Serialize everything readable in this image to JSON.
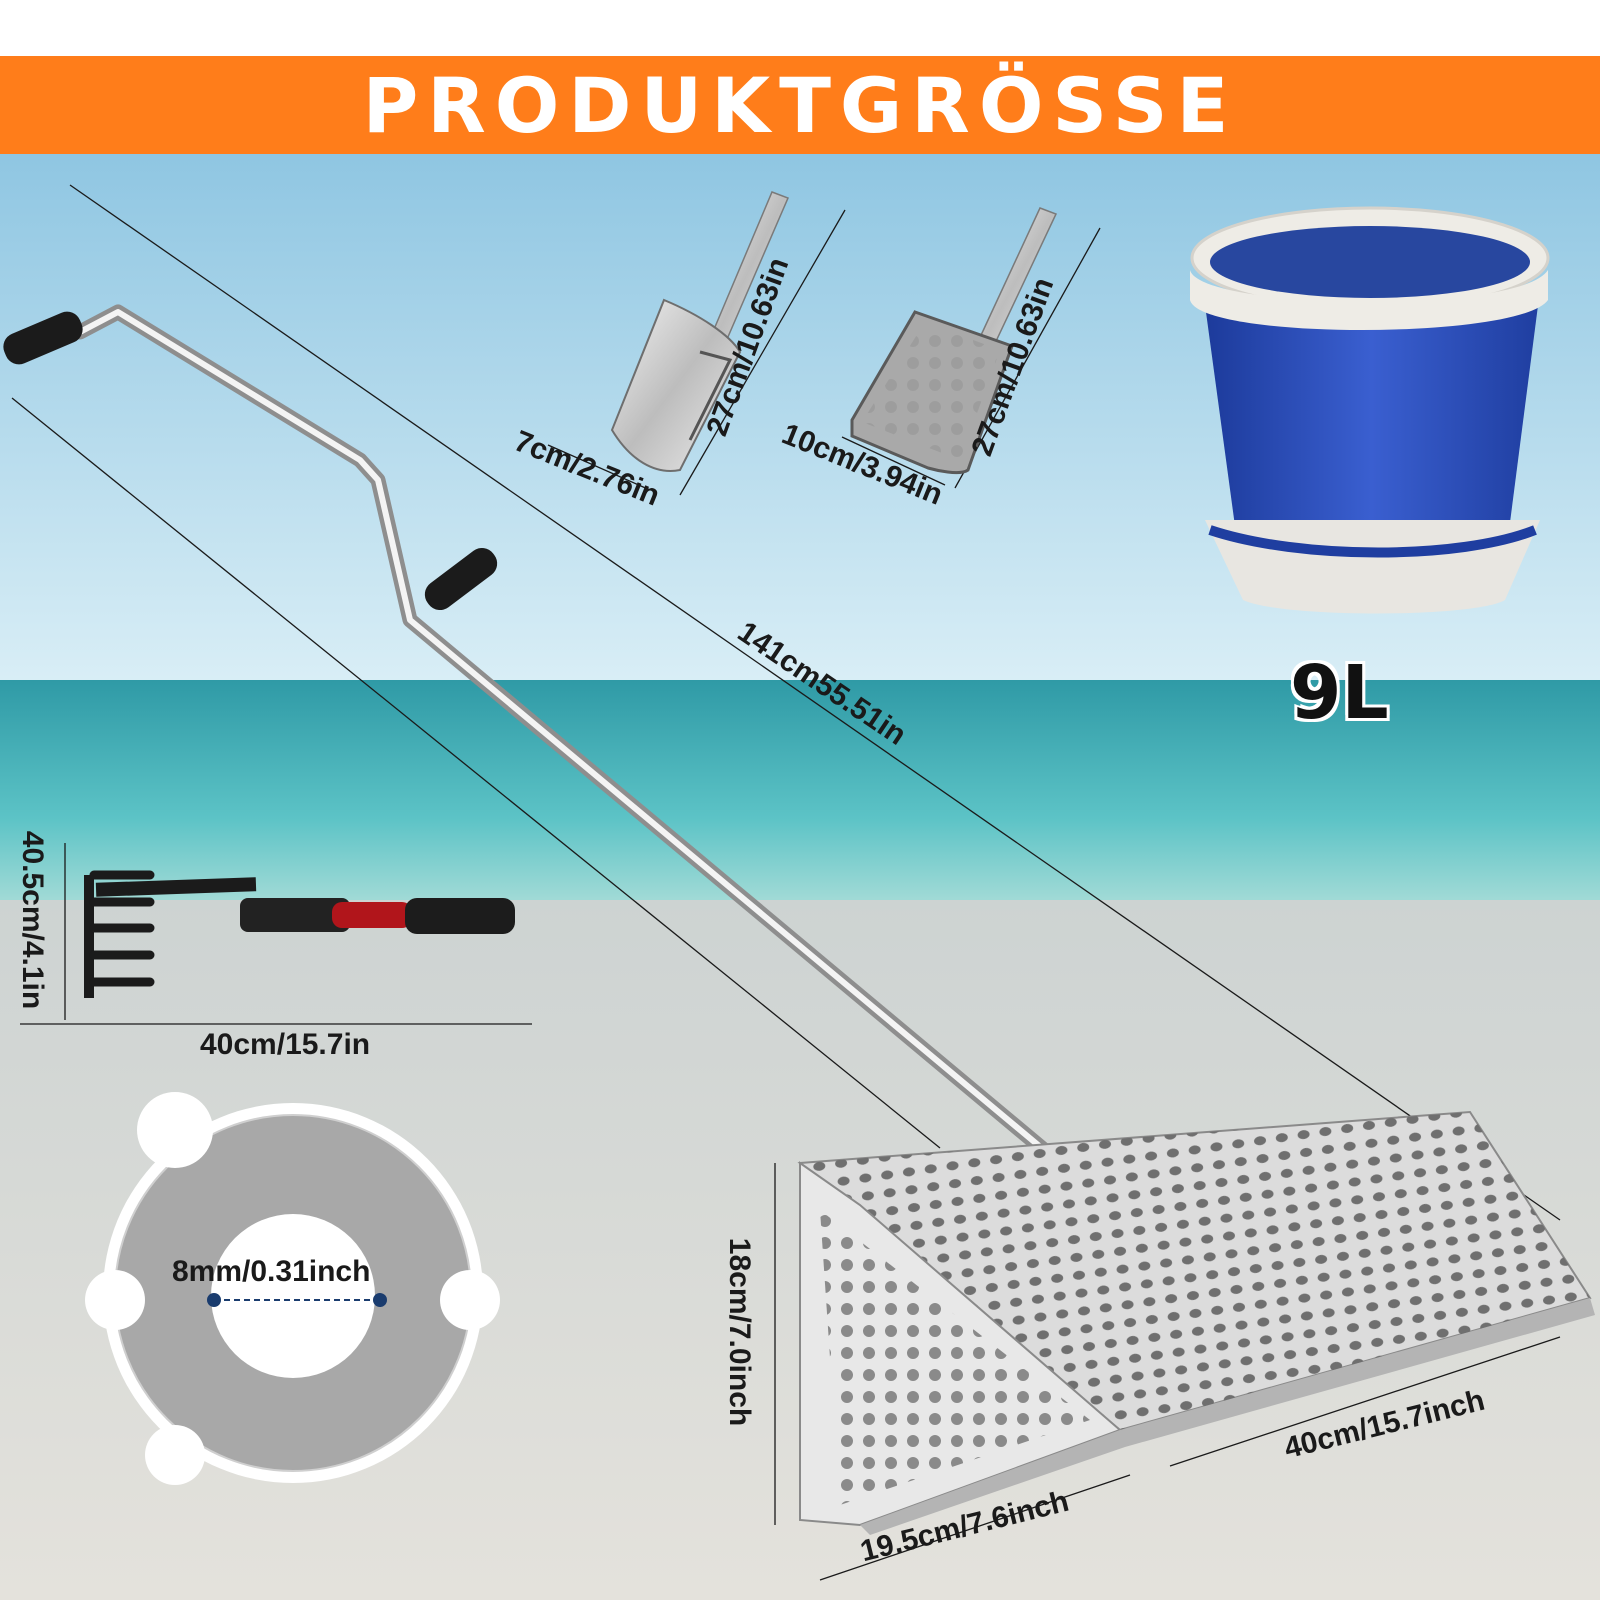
{
  "banner": {
    "title": "PRODUKTGRÖSSE",
    "color": "#ff7d1a"
  },
  "labels": {
    "trowel_width": "7cm/2.76in",
    "trowel_length": "27cm/10.63in",
    "sifter_width": "10cm/3.94in",
    "sifter_length": "27cm/10.63in",
    "bucket_volume": "9L",
    "shovel_length": "141cm55.51in",
    "rake_height": "40.5cm/4.1in",
    "rake_length": "40cm/15.7in",
    "hole_diameter": "8mm/0.31inch",
    "scoop_height": "18cm/7.0inch",
    "scoop_depth": "19.5cm/7.6inch",
    "scoop_width": "40cm/15.7inch"
  },
  "icons": [
    "hand-trowel-icon",
    "mini-sifter-icon",
    "folding-bucket-icon",
    "hand-rake-icon",
    "sand-scoop-shovel-icon",
    "hole-detail-magnifier-icon"
  ]
}
